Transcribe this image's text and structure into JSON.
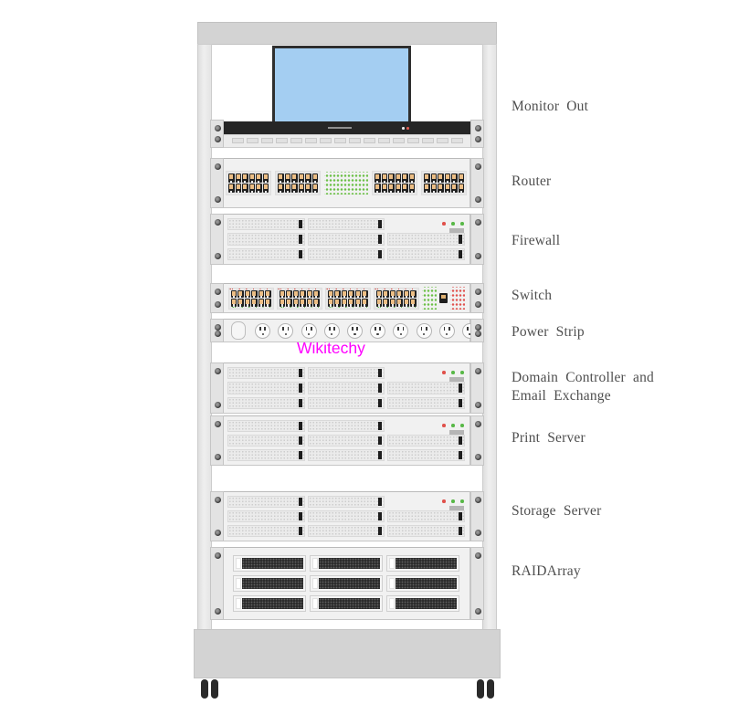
{
  "diagram": {
    "watermark": "Wikitechy",
    "watermark_color": "#ff00ff",
    "screen_color": "#a4cef2",
    "led_green": "#6abf45",
    "led_red": "#e0514d"
  },
  "units": {
    "monitor": {
      "label": "Monitor Out",
      "keyboard_keys": 16
    },
    "router": {
      "label": "Router",
      "port_groups": 4,
      "ports_per_group": 12,
      "led_grid": {
        "cols": 12,
        "rows": 5,
        "color": "#6abf45"
      }
    },
    "firewall": {
      "label": "Firewall",
      "drive_bays": 8,
      "status_leds": [
        "#e0504a",
        "#58b847",
        "#58b847"
      ]
    },
    "switch": {
      "label": "Switch",
      "port_groups": 4,
      "ports_per_group": 12,
      "uplink_ports": 1,
      "led_grids": [
        {
          "cols": 4,
          "rows": 5,
          "color": "#6abf45"
        },
        {
          "cols": 4,
          "rows": 5,
          "color": "#e0514d"
        }
      ]
    },
    "power_strip": {
      "label": "Power Strip",
      "outlets": 10
    },
    "domain_controller": {
      "label": "Domain Controller and Email Exchange",
      "drive_bays": 8,
      "status_leds": [
        "#e0504a",
        "#58b847",
        "#58b847"
      ]
    },
    "print_server": {
      "label": "Print Server",
      "drive_bays": 8,
      "status_leds": [
        "#e0504a",
        "#58b847",
        "#58b847"
      ]
    },
    "storage_server": {
      "label": "Storage Server",
      "drive_bays": 8,
      "status_leds": [
        "#e0504a",
        "#58b847",
        "#58b847"
      ]
    },
    "raid": {
      "label": "RAIDArray",
      "drive_rows": 3,
      "drive_cols": 3
    }
  }
}
